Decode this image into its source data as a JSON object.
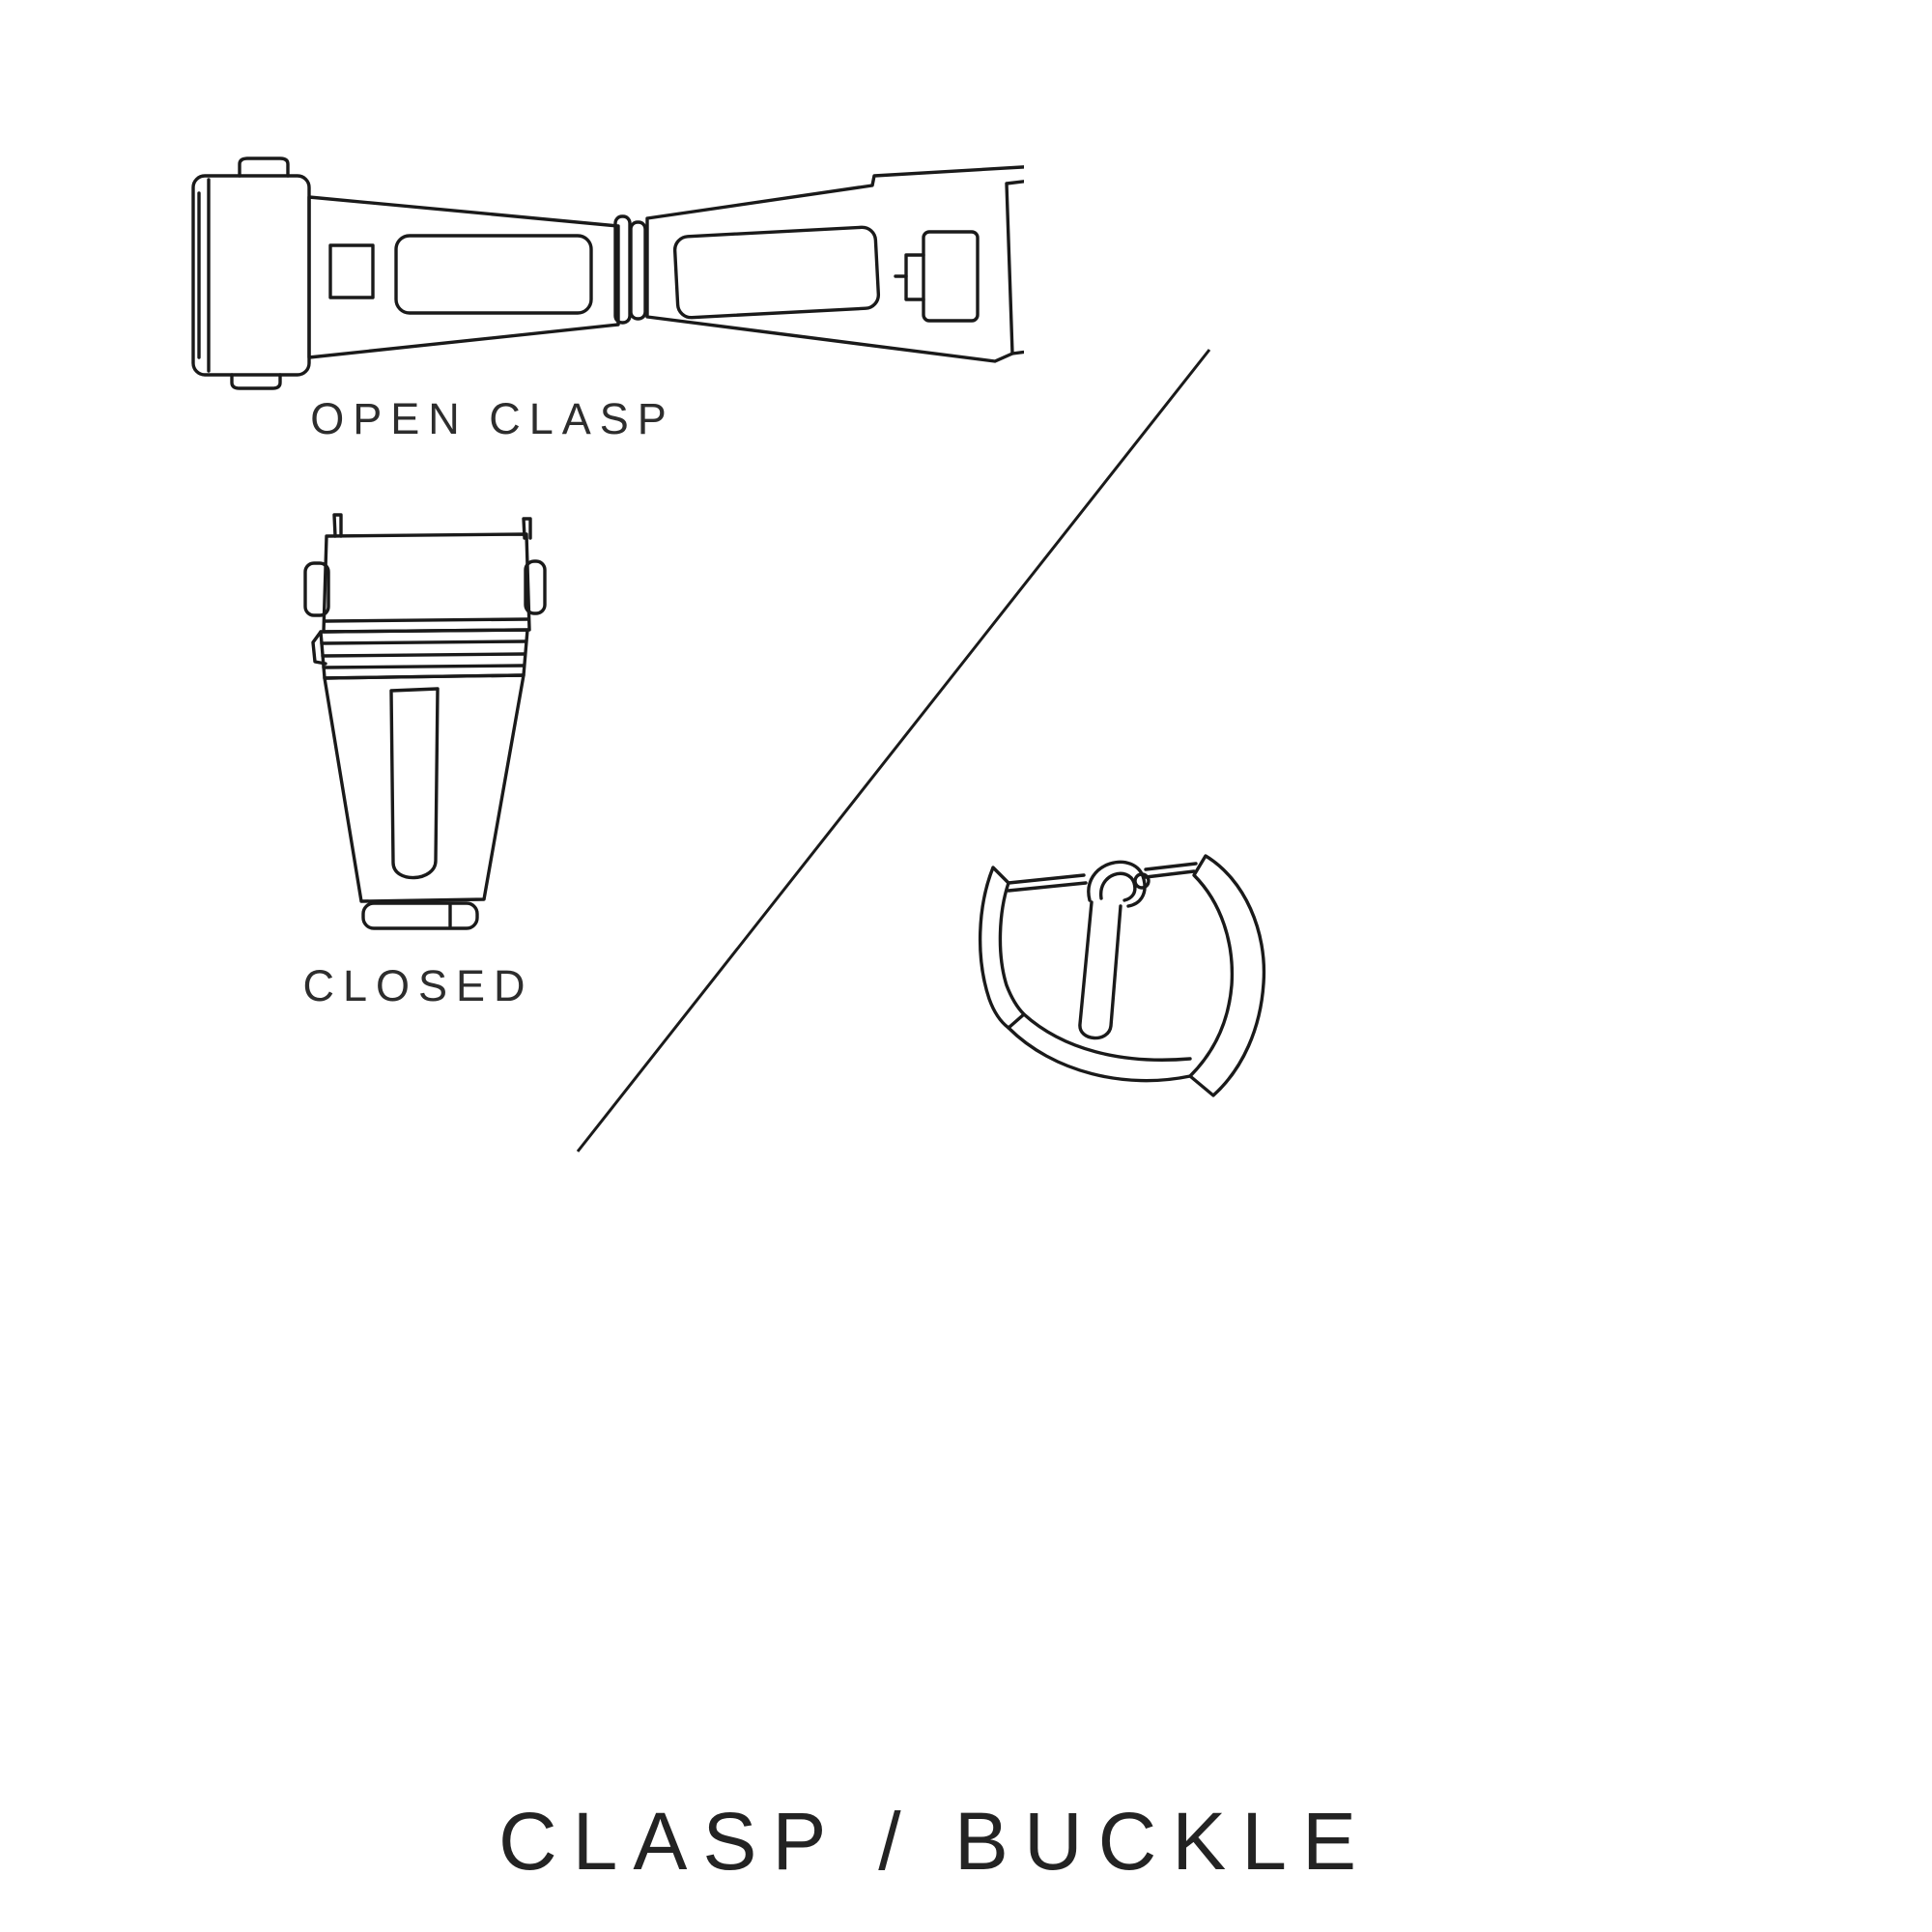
{
  "title": "CLASP / BUCKLE",
  "labels": {
    "open_clasp": "OPEN CLASP",
    "closed_clasp": "CLOSED"
  },
  "figures": {
    "open_clasp": "open clasp illustration",
    "closed_clasp": "closed clasp illustration",
    "pin_buckle": "pin buckle illustration"
  },
  "colors": {
    "background": "#ffffff",
    "ink": "#1a1a1a",
    "text": "#2d2d2d"
  }
}
